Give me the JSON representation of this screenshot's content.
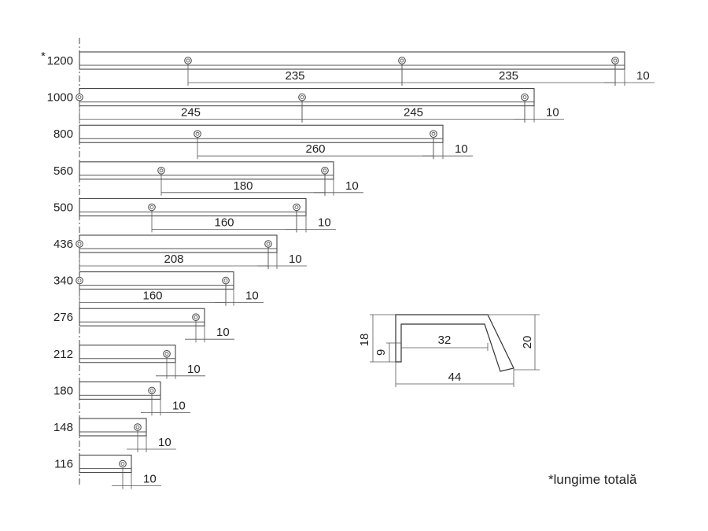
{
  "handles": [
    {
      "length": "1200",
      "star": "*",
      "dims": [
        "235",
        "235"
      ],
      "end": "10"
    },
    {
      "length": "1000",
      "dims": [
        "245",
        "245"
      ],
      "end": "10"
    },
    {
      "length": "800",
      "dims": [
        "260"
      ],
      "end": "10"
    },
    {
      "length": "560",
      "dims": [
        "180"
      ],
      "end": "10"
    },
    {
      "length": "500",
      "dims": [
        "160"
      ],
      "end": "10"
    },
    {
      "length": "436",
      "dims": [
        "208"
      ],
      "end": "10"
    },
    {
      "length": "340",
      "dims": [
        "160"
      ],
      "end": "10"
    },
    {
      "length": "276",
      "dims": [],
      "end": "10"
    },
    {
      "length": "212",
      "dims": [],
      "end": "10"
    },
    {
      "length": "180",
      "dims": [],
      "end": "10"
    },
    {
      "length": "148",
      "dims": [],
      "end": "10"
    },
    {
      "length": "116",
      "dims": [],
      "end": "10"
    }
  ],
  "profile": {
    "height": "18",
    "lip": "9",
    "inner": "32",
    "width": "44",
    "depth": "20"
  },
  "footnote": "*lungime totală"
}
